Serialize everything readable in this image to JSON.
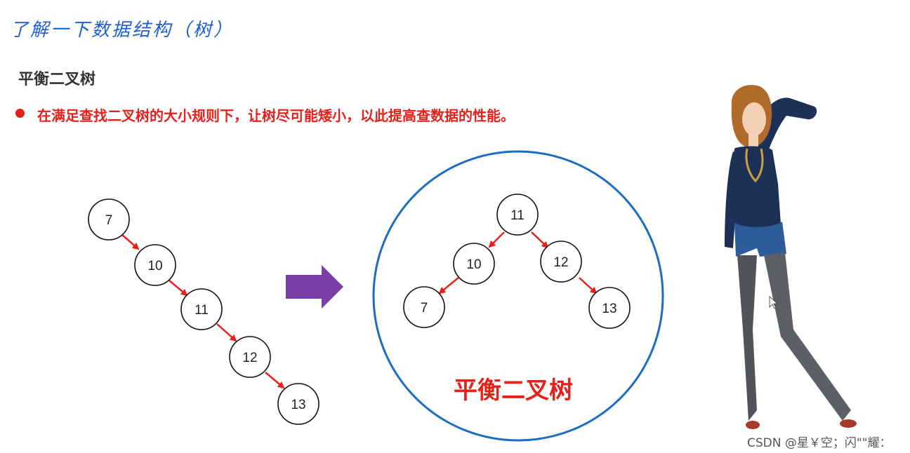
{
  "title": "了解一下数据结构（树）",
  "subtitle": "平衡二叉树",
  "bullet": "在满足查找二叉树的大小规则下，让树尽可能矮小，以此提高查数据的性能。",
  "diagram": {
    "unbalanced_nodes": [
      "7",
      "10",
      "11",
      "12",
      "13"
    ],
    "balanced_nodes": [
      "11",
      "10",
      "12",
      "7",
      "13"
    ],
    "balanced_label": "平衡二叉树"
  },
  "colors": {
    "title": "#1f5fd6",
    "accent_red": "#e8201a",
    "arrow_purple": "#7b3fa6",
    "circle_blue": "#1d6cc4"
  },
  "watermark": "CSDN @星￥空；闪\"\"耀："
}
